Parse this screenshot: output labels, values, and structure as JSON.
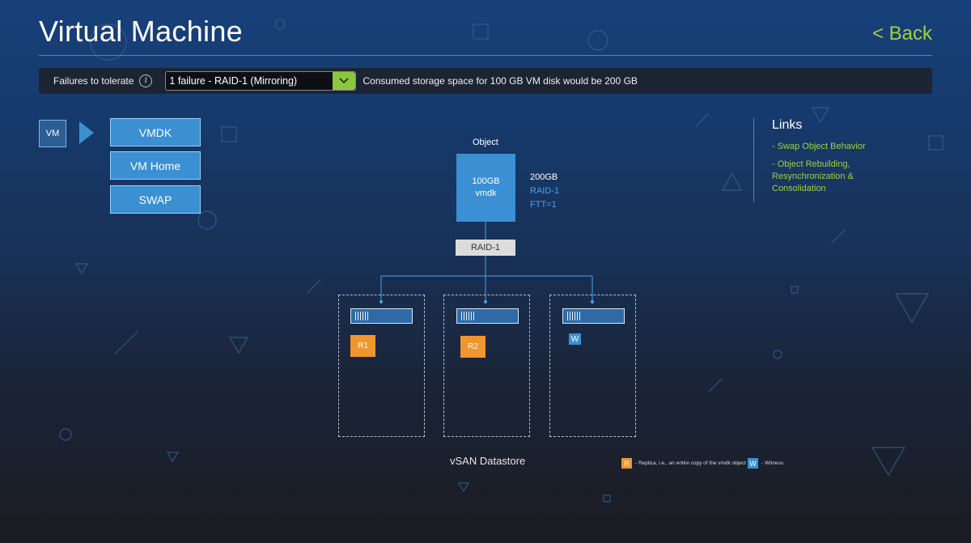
{
  "header": {
    "title": "Virtual Machine",
    "back_label": "< Back"
  },
  "policy_bar": {
    "label": "Failures to tolerate",
    "info_glyph": "i",
    "select_value": "1 failure - RAID-1 (Mirroring)",
    "consumed_text": "Consumed storage space for 100 GB VM disk would be 200 GB"
  },
  "vm": {
    "label": "VM",
    "objects": [
      "VMDK",
      "VM Home",
      "SWAP"
    ]
  },
  "object": {
    "label": "Object",
    "size": "100GB",
    "name": "vmdk",
    "total": "200GB",
    "raid": "RAID-1",
    "ftt": "FTT=1",
    "raid_node": "RAID-1"
  },
  "hosts": [
    {
      "component": "R1",
      "kind": "replica"
    },
    {
      "component": "R2",
      "kind": "replica"
    },
    {
      "component": "W",
      "kind": "witness"
    }
  ],
  "datastore_label": "vSAN Datastore",
  "legend": {
    "replica_key": "R",
    "replica_text": "- Replica, i.e., an entire copy of the vmdk object",
    "witness_key": "W",
    "witness_text": "- Witness"
  },
  "links": {
    "title": "Links",
    "items": [
      "- Swap Object Behavior",
      "- Object Rebuilding, Resynchronization & Consolidation"
    ]
  },
  "colors": {
    "accent_green": "#9fd33a",
    "object_blue": "#3b8fd3",
    "replica_orange": "#f0962e"
  }
}
